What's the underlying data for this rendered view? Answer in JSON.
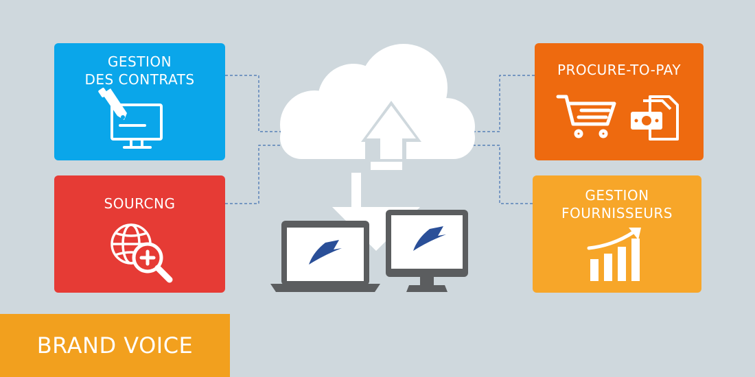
{
  "colors": {
    "background": "#cfd8dd",
    "contrats": "#0aa6ea",
    "sourcing": "#e63b35",
    "procure": "#ee6a0f",
    "fournisseurs": "#f7a629",
    "brand": "#f2a01e",
    "device": "#5b5d5f",
    "logo": "#2a4f98"
  },
  "cards": {
    "contrats": {
      "line1": "GESTION",
      "line2": "DES CONTRATS",
      "icon": "monitor-pen-icon"
    },
    "sourcing": {
      "line1": "SOURCNG",
      "icon": "globe-search-plus-icon"
    },
    "procure": {
      "line1": "PROCURE-TO-PAY",
      "icon": "cart-and-money-icon"
    },
    "fournisseurs": {
      "line1": "GESTION",
      "line2": "FOURNISSEURS",
      "icon": "growth-chart-icon"
    }
  },
  "center": {
    "cloud_icon": "cloud-icon",
    "arrows_icon": "up-down-arrows-icon",
    "devices": [
      "laptop-icon",
      "desktop-monitor-icon"
    ],
    "logo_icon": "blue-swoosh-logo-icon"
  },
  "brand_badge": {
    "label": "BRAND VOICE"
  }
}
